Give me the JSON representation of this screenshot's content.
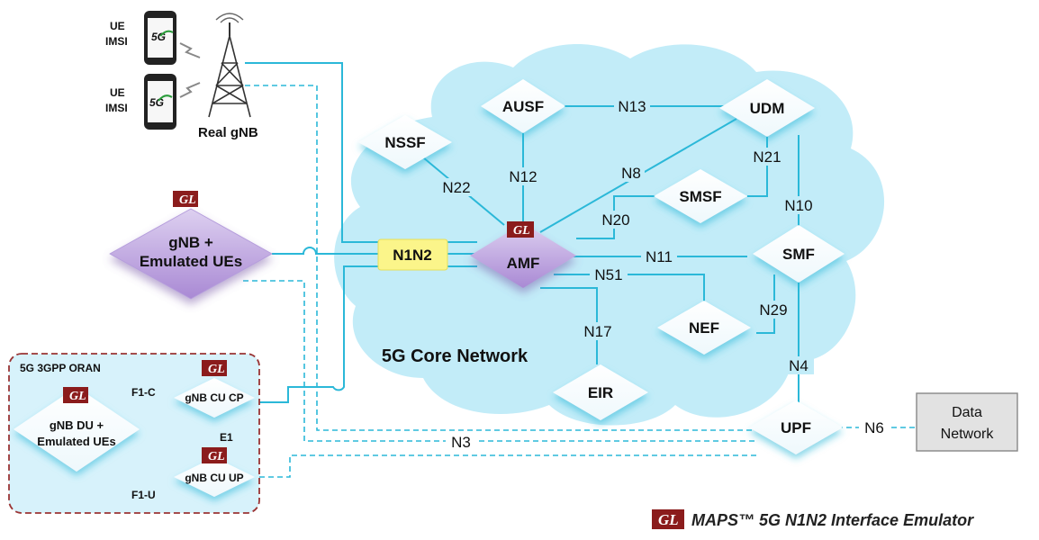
{
  "ue_top": {
    "label1": "UE",
    "label2": "IMSI",
    "badge": "5G"
  },
  "ue_bottom": {
    "label1": "UE",
    "label2": "IMSI",
    "badge": "5G"
  },
  "real_gnb": "Real gNB",
  "gl_logo": "GL",
  "emulator": {
    "line1": "gNB +",
    "line2": "Emulated UEs"
  },
  "n1n2": "N1N2",
  "core_network": "5G Core Network",
  "nodes": {
    "ausf": "AUSF",
    "udm": "UDM",
    "nssf": "NSSF",
    "smsf": "SMSF",
    "amf": "AMF",
    "smf": "SMF",
    "nef": "NEF",
    "eir": "EIR",
    "upf": "UPF"
  },
  "interfaces": {
    "n13": "N13",
    "n12": "N12",
    "n22": "N22",
    "n8": "N8",
    "n21": "N21",
    "n20": "N20",
    "n10": "N10",
    "n11": "N11",
    "n51": "N51",
    "n29": "N29",
    "n17": "N17",
    "n4": "N4",
    "n6": "N6",
    "n3": "N3"
  },
  "data_network": {
    "line1": "Data",
    "line2": "Network"
  },
  "oran": {
    "title": "5G 3GPP ORAN",
    "du_line1": "gNB DU +",
    "du_line2": "Emulated UEs",
    "cu_cp": "gNB CU CP",
    "cu_up": "gNB CU UP",
    "f1c": "F1-C",
    "f1u": "F1-U",
    "e1": "E1"
  },
  "footer": "MAPS™ 5G N1N2 Interface Emulator",
  "colors": {
    "line": "#2bb8d8",
    "cloud": "#c2ecf8",
    "gl": "#8b1c1c",
    "emulator": "#c9b2e6",
    "n1n2": "#fbf58a"
  }
}
